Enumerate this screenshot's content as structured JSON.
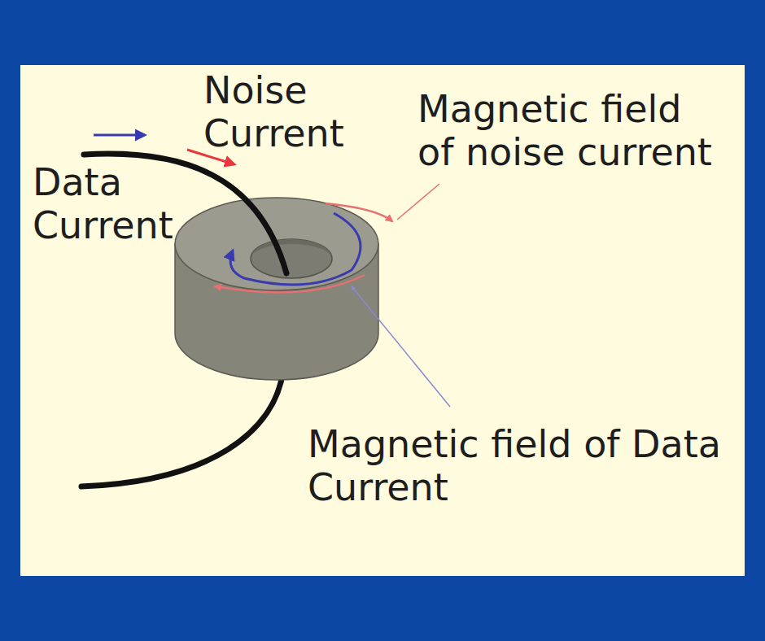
{
  "diagram": {
    "labels": [
      "Noise Current",
      "Data Current",
      "Magnetic field of noise current",
      "Magnetic field of Data Current"
    ]
  }
}
